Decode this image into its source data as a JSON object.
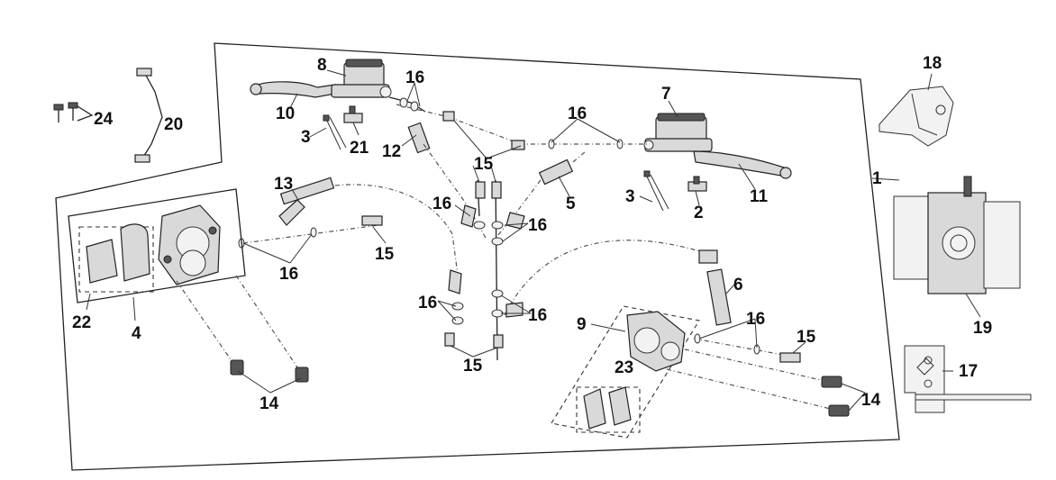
{
  "diagram": {
    "labels": [
      {
        "id": "1",
        "text": "1"
      },
      {
        "id": "2",
        "text": "2"
      },
      {
        "id": "3a",
        "text": "3"
      },
      {
        "id": "3b",
        "text": "3"
      },
      {
        "id": "4",
        "text": "4"
      },
      {
        "id": "5",
        "text": "5"
      },
      {
        "id": "6",
        "text": "6"
      },
      {
        "id": "7",
        "text": "7"
      },
      {
        "id": "8",
        "text": "8"
      },
      {
        "id": "9",
        "text": "9"
      },
      {
        "id": "10",
        "text": "10"
      },
      {
        "id": "11",
        "text": "11"
      },
      {
        "id": "12",
        "text": "12"
      },
      {
        "id": "13",
        "text": "13"
      },
      {
        "id": "14a",
        "text": "14"
      },
      {
        "id": "14b",
        "text": "14"
      },
      {
        "id": "15a",
        "text": "15"
      },
      {
        "id": "15b",
        "text": "15"
      },
      {
        "id": "15c",
        "text": "15"
      },
      {
        "id": "15d",
        "text": "15"
      },
      {
        "id": "16a",
        "text": "16"
      },
      {
        "id": "16b",
        "text": "16"
      },
      {
        "id": "16c",
        "text": "16"
      },
      {
        "id": "16d",
        "text": "16"
      },
      {
        "id": "16e",
        "text": "16"
      },
      {
        "id": "16f",
        "text": "16"
      },
      {
        "id": "16g",
        "text": "16"
      },
      {
        "id": "16h",
        "text": "16"
      },
      {
        "id": "17",
        "text": "17"
      },
      {
        "id": "18",
        "text": "18"
      },
      {
        "id": "19",
        "text": "19"
      },
      {
        "id": "20",
        "text": "20"
      },
      {
        "id": "21",
        "text": "21"
      },
      {
        "id": "22",
        "text": "22"
      },
      {
        "id": "23",
        "text": "23"
      },
      {
        "id": "24",
        "text": "24"
      }
    ]
  }
}
